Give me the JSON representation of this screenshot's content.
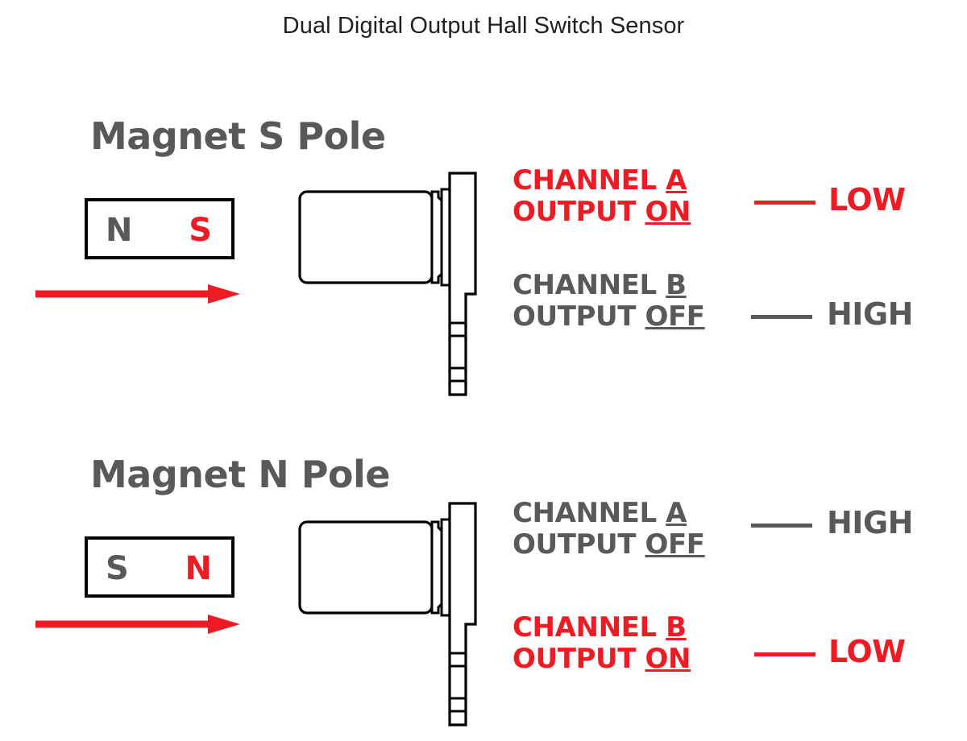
{
  "title": "Dual Digital Output Hall Switch Sensor",
  "colors": {
    "red": "#ed1c24",
    "gray": "#58595b",
    "outline": "#000000",
    "background": "#ffffff"
  },
  "sections": [
    {
      "id": "magnet-s-pole",
      "heading": "Magnet S Pole",
      "magnet": {
        "left_pole": "N",
        "left_pole_color": "#58595b",
        "right_pole": "S",
        "right_pole_color": "#ed1c24"
      },
      "arrow": {
        "name": "motion-direction-arrow",
        "direction": "right",
        "color": "#ed1c24"
      },
      "outputs": [
        {
          "channel_line": "CHANNEL ",
          "channel_letter": "A",
          "output_line": "OUTPUT ",
          "output_state": "ON",
          "level": "LOW",
          "color": "#ed1c24",
          "state_label": "active"
        },
        {
          "channel_line": "CHANNEL ",
          "channel_letter": "B",
          "output_line": "OUTPUT ",
          "output_state": "OFF",
          "level": "HIGH",
          "color": "#58595b",
          "state_label": "inactive"
        }
      ]
    },
    {
      "id": "magnet-n-pole",
      "heading": "Magnet N Pole",
      "magnet": {
        "left_pole": "S",
        "left_pole_color": "#58595b",
        "right_pole": "N",
        "right_pole_color": "#ed1c24"
      },
      "arrow": {
        "name": "motion-direction-arrow",
        "direction": "right",
        "color": "#ed1c24"
      },
      "outputs": [
        {
          "channel_line": "CHANNEL ",
          "channel_letter": "A",
          "output_line": "OUTPUT ",
          "output_state": "OFF",
          "level": "HIGH",
          "color": "#58595b",
          "state_label": "inactive"
        },
        {
          "channel_line": "CHANNEL ",
          "channel_letter": "B",
          "output_line": "OUTPUT ",
          "output_state": "ON",
          "level": "LOW",
          "color": "#ed1c24",
          "state_label": "active"
        }
      ]
    }
  ],
  "sensor": {
    "name": "hall-switch-sensor",
    "parts": [
      "body",
      "neck",
      "flange",
      "terminal-tail"
    ]
  }
}
